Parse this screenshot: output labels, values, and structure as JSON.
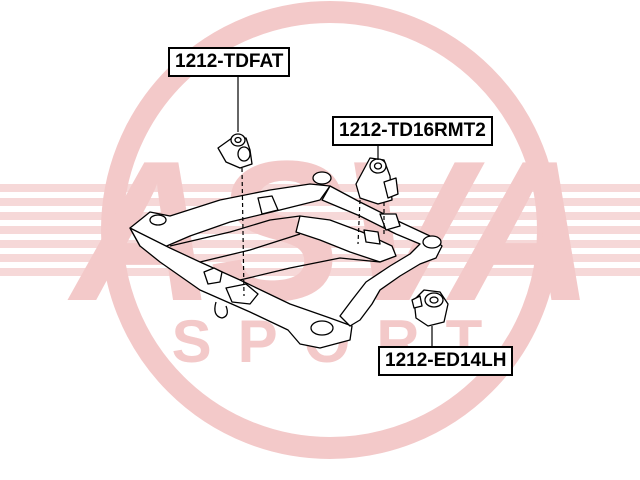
{
  "watermark": {
    "brand_text": "ASVA",
    "sub_text": "SPORT",
    "color": "#f3c9c9",
    "stripe_color": "#f6d8d8"
  },
  "parts": [
    {
      "part_number": "1212-TDFAT"
    },
    {
      "part_number": "1212-TD16RMT2"
    },
    {
      "part_number": "1212-ED14LH"
    }
  ],
  "colors": {
    "line": "#000000",
    "label_border": "#000000",
    "background": "#ffffff"
  }
}
